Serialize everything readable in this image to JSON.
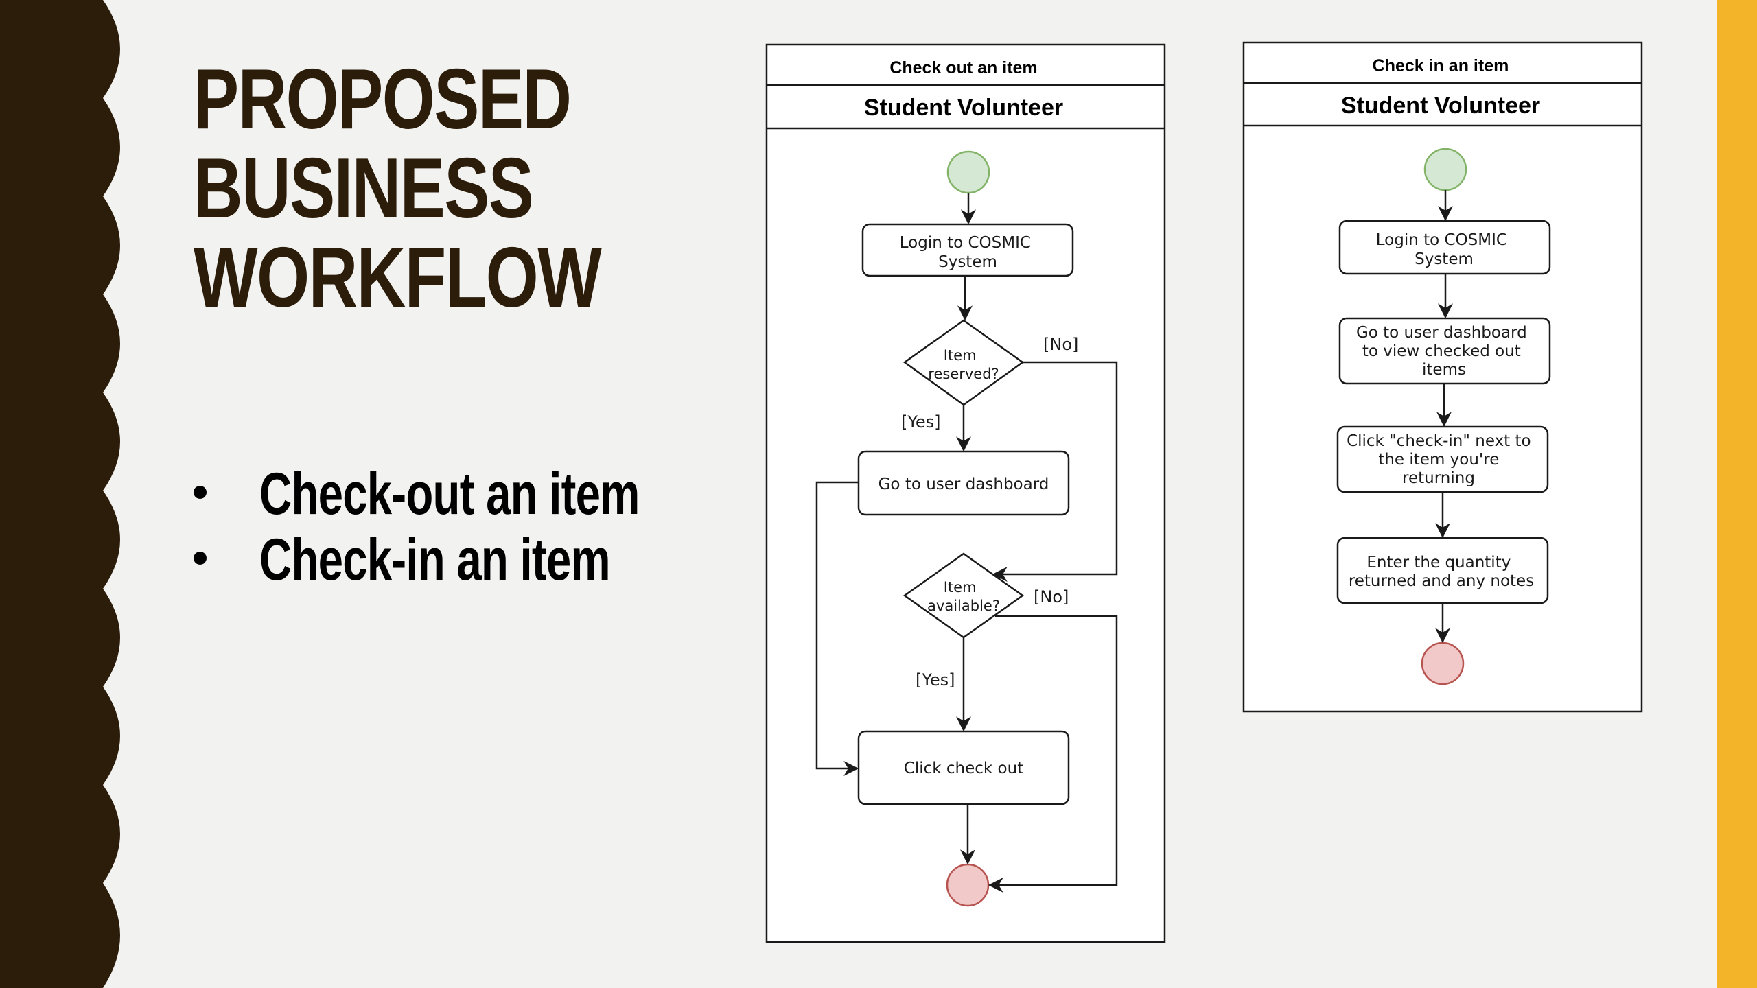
{
  "slide": {
    "title_lines": [
      "PROPOSED",
      "BUSINESS",
      "WORKFLOW"
    ],
    "bullets": [
      "Check-out an item",
      "Check-in an item"
    ],
    "colors": {
      "background": "#f2f2f0",
      "wave": "#2c1d0b",
      "accent_bar": "#f4b42a",
      "title_text": "#2c1d0b"
    }
  },
  "checkout": {
    "title": "Check out an item",
    "role": "Student Volunteer",
    "login": [
      "Login to COSMIC",
      "System"
    ],
    "decision_reserved": [
      "Item",
      "reserved?"
    ],
    "dashboard": "Go to user dashboard",
    "decision_available": [
      "Item",
      "available?"
    ],
    "checkout_action": "Click check out",
    "yes_label": "[Yes]",
    "no_label": "[No]"
  },
  "checkin": {
    "title": "Check in an item",
    "role": "Student Volunteer",
    "login": [
      "Login to COSMIC",
      "System"
    ],
    "dashboard": [
      "Go to user dashboard",
      "to view checked out",
      "items"
    ],
    "click_checkin": [
      "Click \"check-in\" next to",
      "the item you're",
      "returning"
    ],
    "enter_quantity": [
      "Enter the quantity",
      "returned and any notes"
    ]
  },
  "colors": {
    "start_fill": "#d5e8d4",
    "start_stroke": "#82b366",
    "end_fill": "#f1c9c9",
    "end_stroke": "#b85450"
  }
}
